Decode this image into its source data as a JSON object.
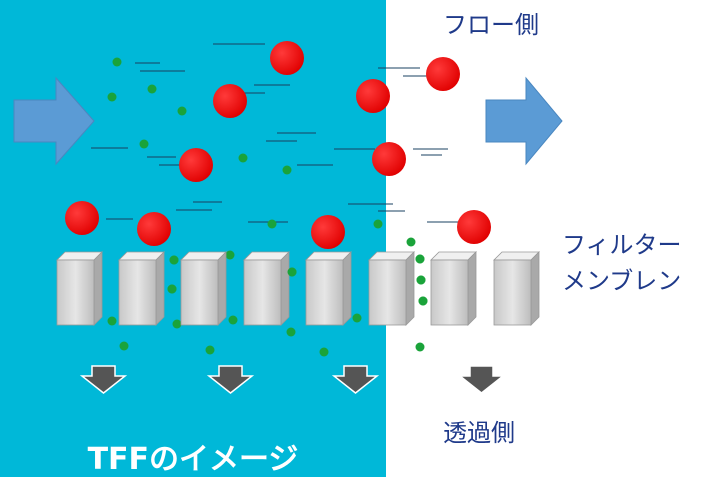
{
  "labels": {
    "flow_side": "フロー側",
    "filter_membrane_line1": "フィルター",
    "filter_membrane_line2": "メンブレン",
    "permeate_side": "透過側",
    "title": "TFFのイメージ"
  },
  "colors": {
    "panel": "#00b8d8",
    "large_particle": "#ff0000",
    "small_particle": "#1aa33a",
    "arrow": "#5b9bd5",
    "membrane_block": "#dcdcdc",
    "down_arrow": "#555555",
    "label_text": "#1f3a8a"
  },
  "icons": {
    "flow_in": "arrow-right-icon",
    "flow_out": "arrow-right-icon",
    "permeate": "arrow-down-icon"
  }
}
